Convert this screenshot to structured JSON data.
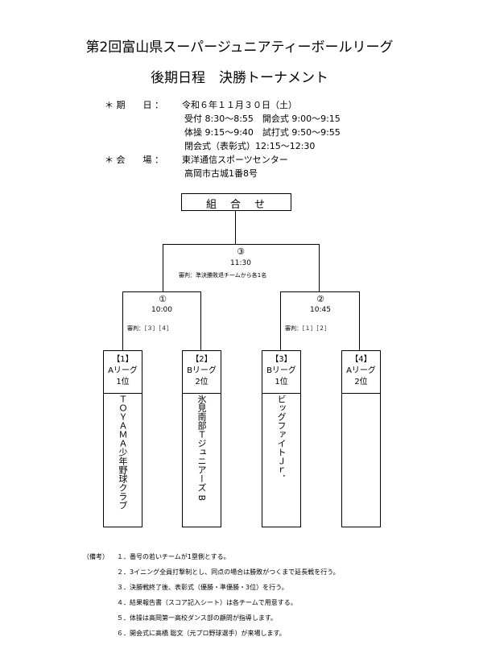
{
  "header": {
    "title": "第2回富山県スーパージュニアティーボールリーグ",
    "subtitle": "後期日程　決勝トーナメント"
  },
  "info": {
    "date_label": "＊ 期　　日 ：",
    "date_value": "令和６年１１月３０日（土）",
    "schedule": [
      "受付 8:30～8:55　開会式 9:00～9:15",
      "体操 9:15～9:40　試打式 9:50～9:55",
      "閉会式（表彰式）12:15～12:30"
    ],
    "venue_label": "＊ 会　　場 ：",
    "venue_name": "東洋通信スポーツセンター",
    "venue_address": "高岡市古城1番8号"
  },
  "bracket": {
    "heading": "組　合　せ",
    "final": {
      "marker": "③",
      "time": "11:30",
      "referee": "審判：準決勝敗退チームから各1名"
    },
    "semi1": {
      "marker": "①",
      "time": "10:00",
      "referee": "審判：［３］［４］"
    },
    "semi2": {
      "marker": "②",
      "time": "10:45",
      "referee": "審判：［１］［２］"
    },
    "teams": [
      {
        "seed": "【1】",
        "league": "Aリーグ",
        "rank": "1位",
        "name": "ＴＯＹＡＭＡ少年野球クラブ"
      },
      {
        "seed": "【2】",
        "league": "Bリーグ",
        "rank": "2位",
        "name": "氷見南部Ｔジュニアーズ B"
      },
      {
        "seed": "【3】",
        "league": "Bリーグ",
        "rank": "1位",
        "name": "ビッグファイトＪｒ．"
      },
      {
        "seed": "【4】",
        "league": "Aリーグ",
        "rank": "2位",
        "name": ""
      }
    ]
  },
  "notes": {
    "label": "（備考）",
    "items": [
      "１．番号の若いチームが1塁側とする。",
      "２．3イニング全員打撃制とし、同点の場合は勝敗がつくまで延長戦を行う。",
      "３．決勝戦終了後、表彰式（優勝・準優勝・3位）を行う。",
      "４．結果報告書（スコア記入シート）は各チームで用意する。",
      "５．体操は高岡第一高校ダンス部の顧問が指導します。",
      "６．開会式に高橋 聡文（元プロ野球選手）が来場します。"
    ]
  }
}
